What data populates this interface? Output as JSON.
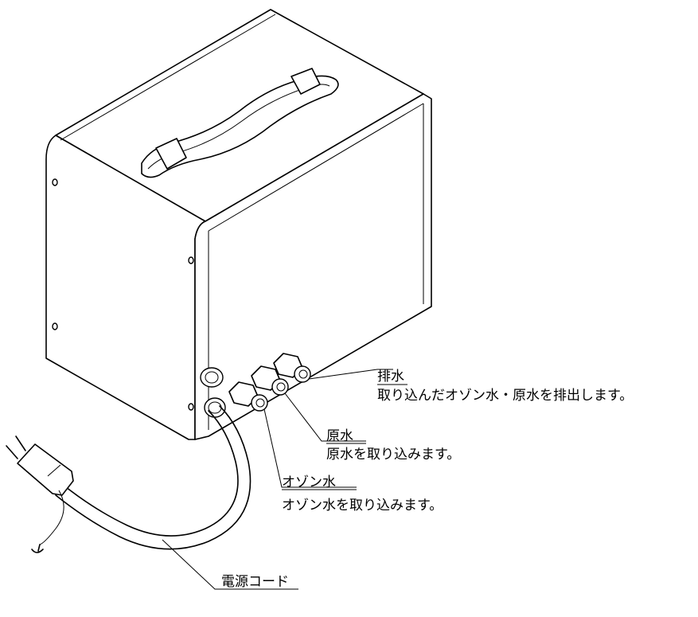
{
  "callouts": {
    "drain": {
      "title": "排水",
      "desc": "取り込んだオゾン水・原水を排出します。"
    },
    "raw_water": {
      "title": "原水",
      "desc": "原水を取り込みます。"
    },
    "ozone_water": {
      "title": "オゾン水",
      "desc": "オゾン水を取り込みます。"
    },
    "power_cord": {
      "title": "電源コード"
    }
  }
}
